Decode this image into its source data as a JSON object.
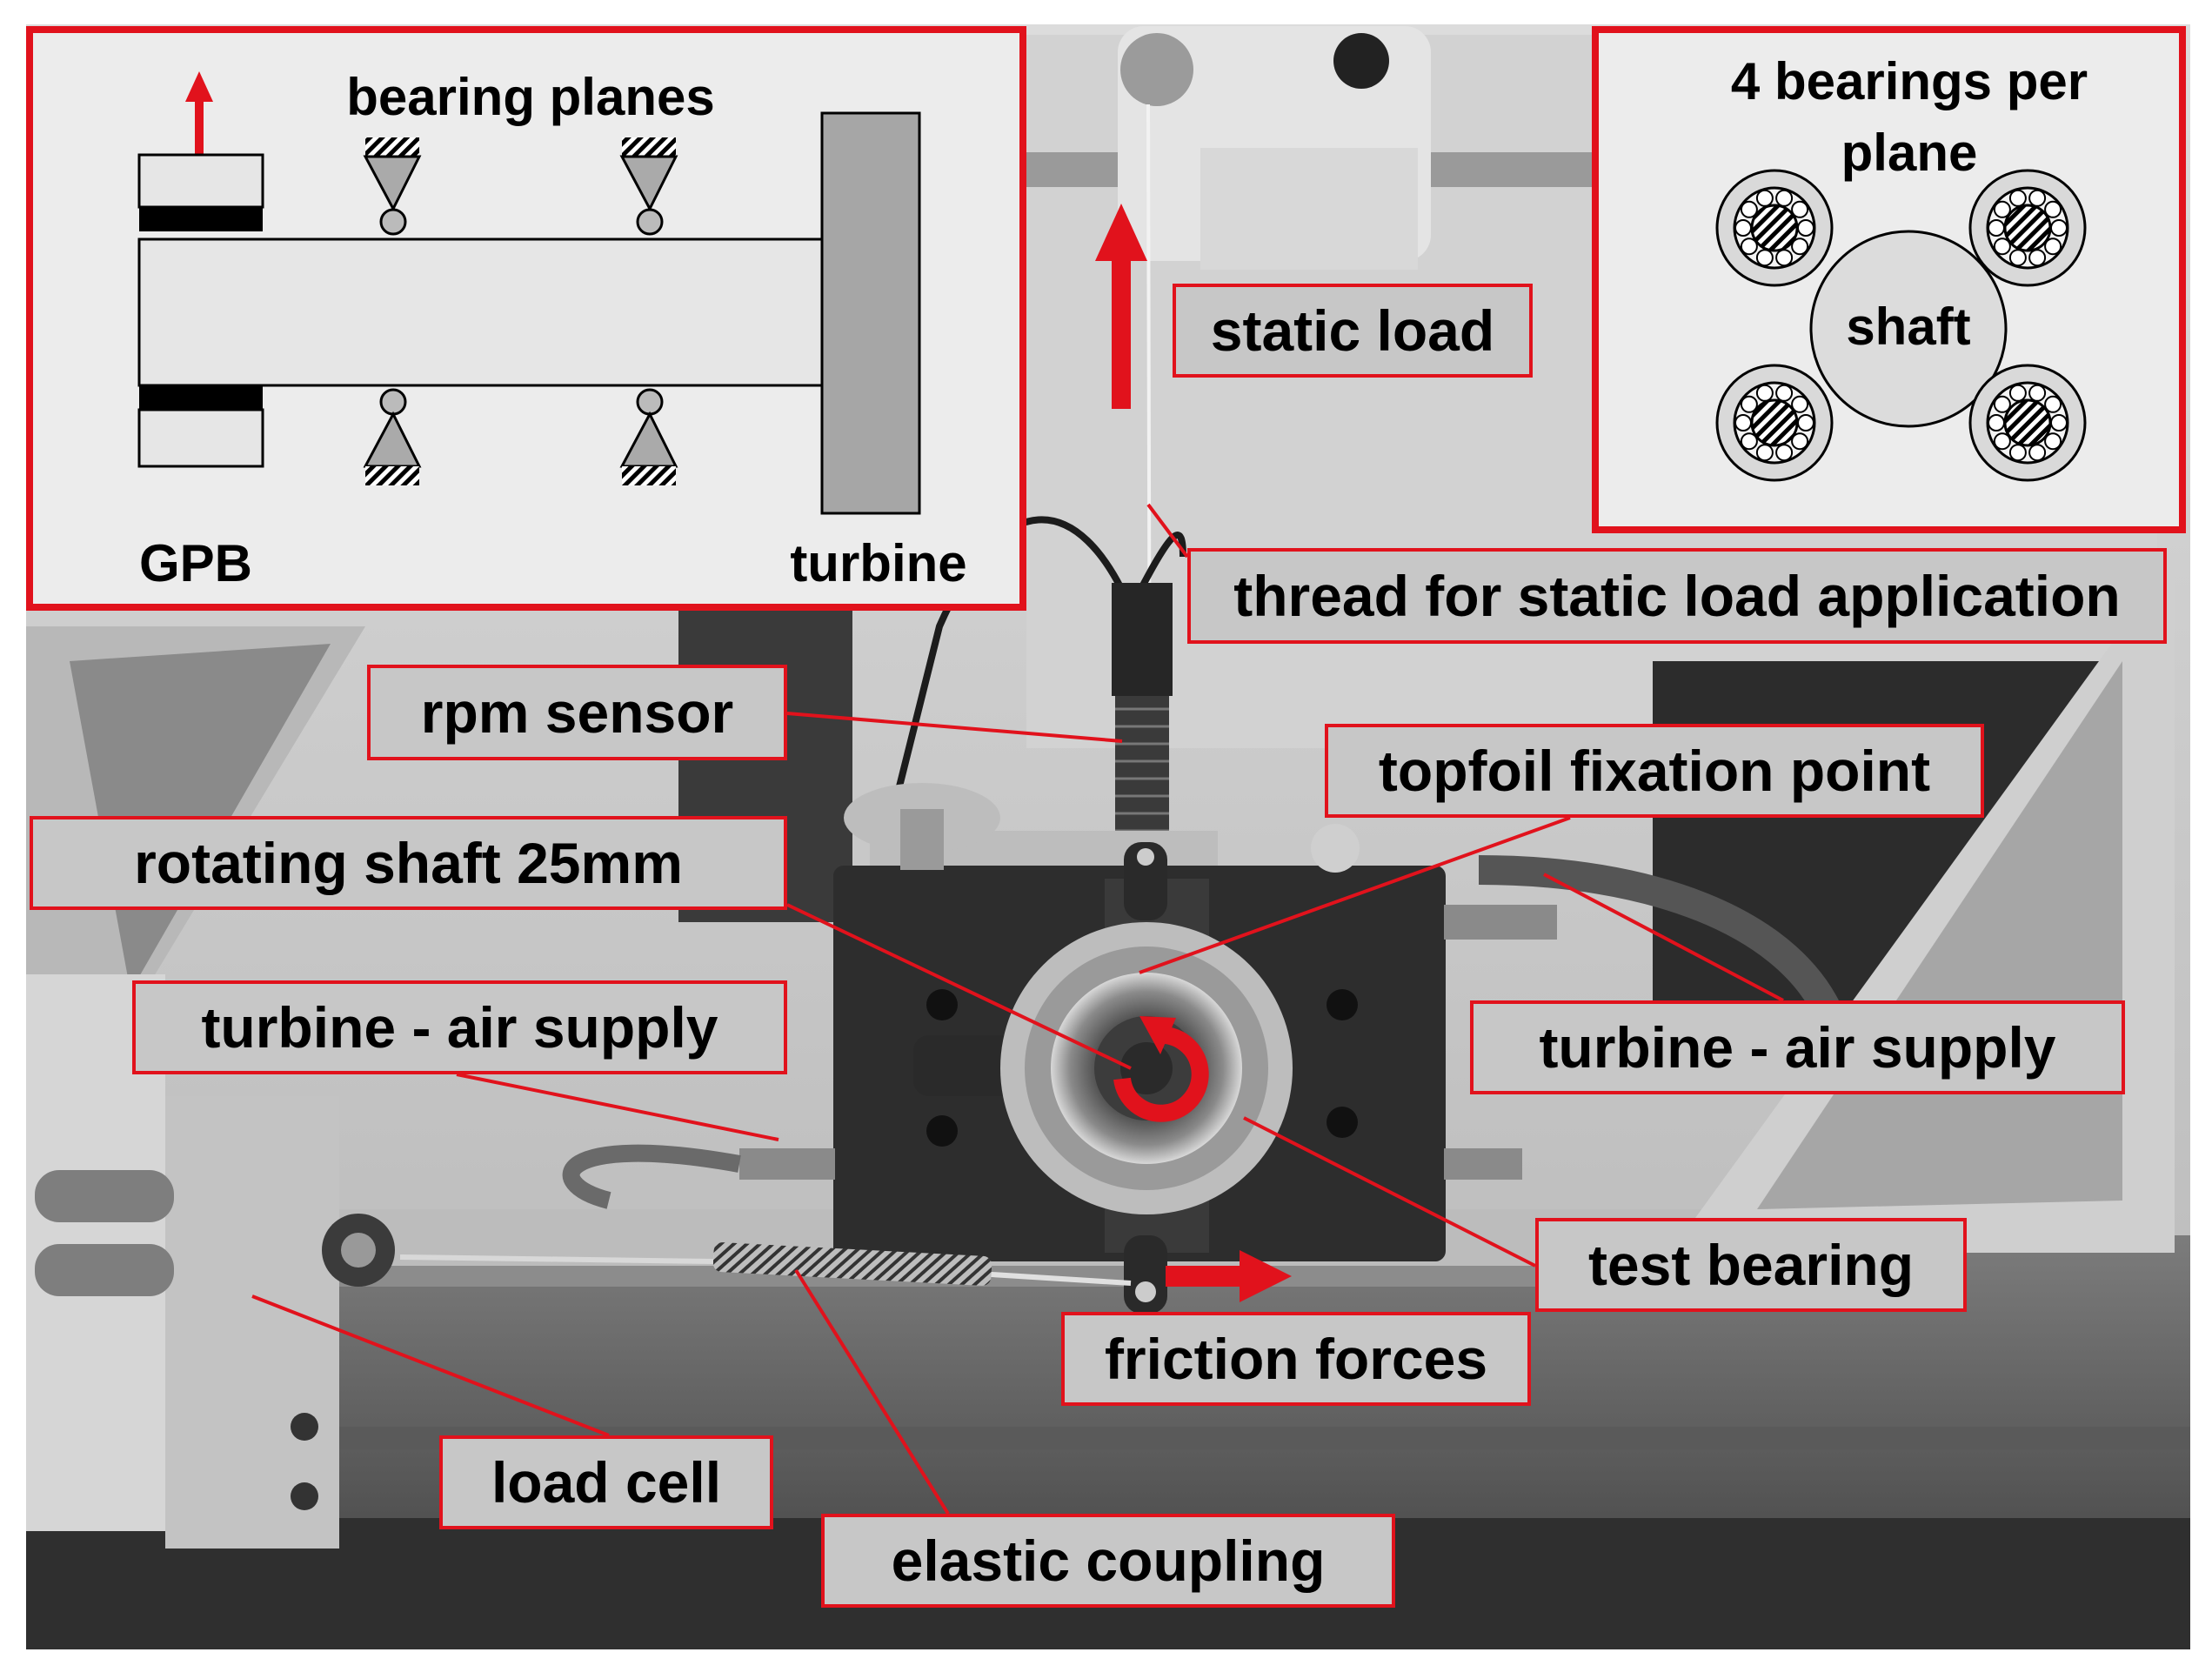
{
  "labels": {
    "static_load": "static load",
    "thread": "thread for static load application",
    "rpm_sensor": "rpm sensor",
    "topfoil": "topfoil fixation point",
    "rotating_shaft": "rotating shaft 25mm",
    "turbine_air_left": "turbine - air supply",
    "turbine_air_right": "turbine - air supply",
    "test_bearing": "test bearing",
    "friction_forces": "friction forces",
    "load_cell": "load cell",
    "elastic_coupling": "elastic coupling"
  },
  "inset_left": {
    "title": "bearing planes",
    "gpb": "GPB",
    "turbine": "turbine"
  },
  "inset_right": {
    "title_line1": "4 bearings per",
    "title_line2": "plane",
    "shaft": "shaft"
  },
  "colors": {
    "accent": "#e1121c",
    "label_fill": "#c7c7c7",
    "inset_fill": "#eeeeee",
    "photo_dark": "#2b2b2b",
    "photo_light": "#c9c9c9"
  }
}
